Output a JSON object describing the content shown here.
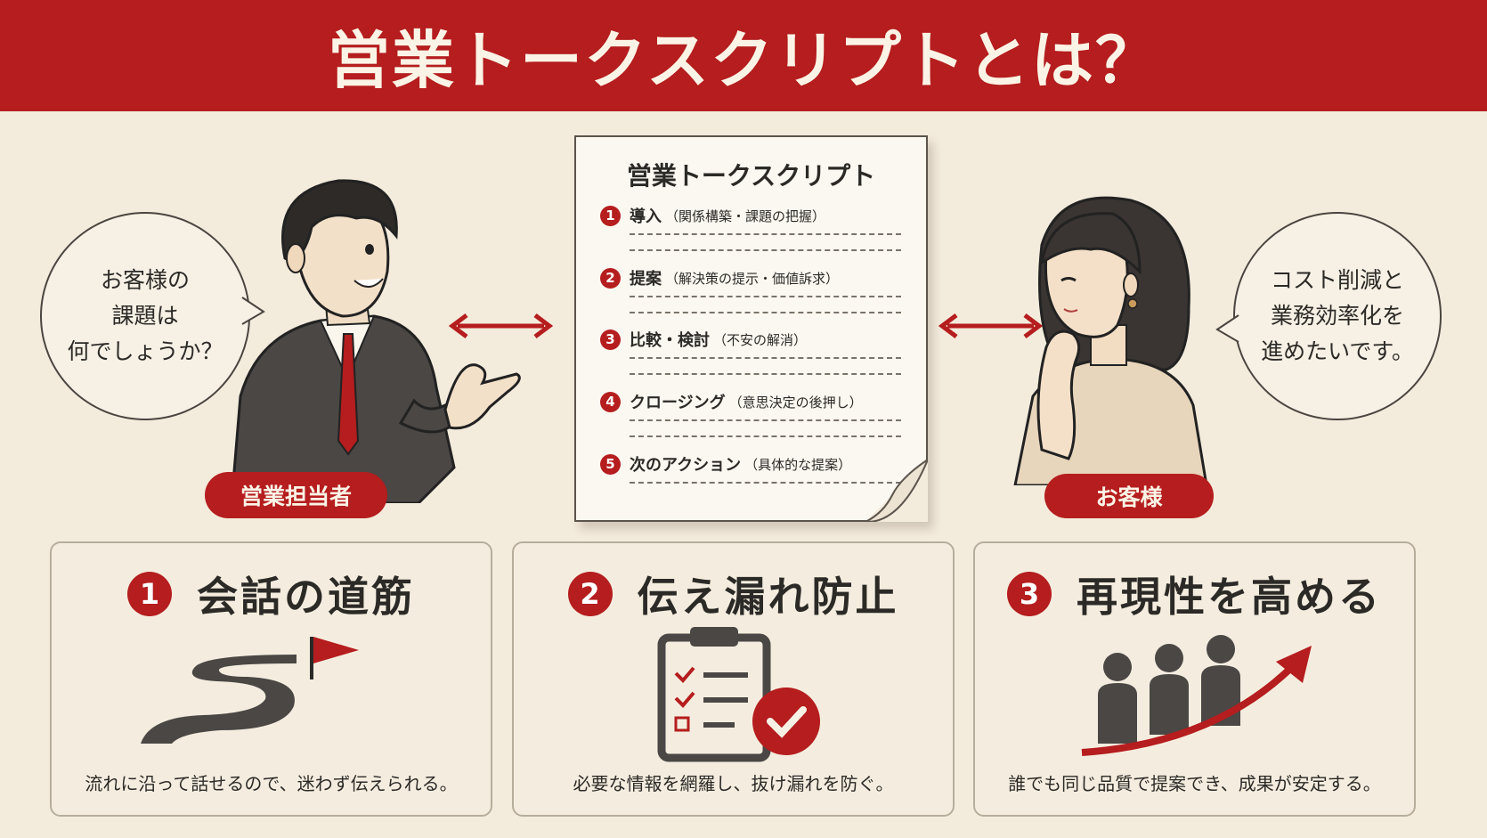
{
  "title": "営業トークスクリプトとは？",
  "salesperson": {
    "bubble_lines": [
      "お客様の",
      "課題は",
      "何でしょうか？"
    ],
    "label": "営業担当者"
  },
  "customer": {
    "bubble_lines": [
      "コスト削減と",
      "業務効率化を",
      "進めたいです。"
    ],
    "label": "お客様"
  },
  "script": {
    "title": "営業トークスクリプト",
    "steps": [
      {
        "num": "1",
        "label": "導入",
        "detail": "（関係構築・課題の把握）"
      },
      {
        "num": "2",
        "label": "提案",
        "detail": "（解決策の提示・価値訴求）"
      },
      {
        "num": "3",
        "label": "比較・検討",
        "detail": "（不安の解消）"
      },
      {
        "num": "4",
        "label": "クロージング",
        "detail": "（意思決定の後押し）"
      },
      {
        "num": "5",
        "label": "次のアクション",
        "detail": "（具体的な提案）"
      }
    ]
  },
  "cards": [
    {
      "num": "1",
      "title": "会話の道筋",
      "caption": "流れに沿って話せるので、迷わず伝えられる。",
      "icon": "winding-road-flag-icon"
    },
    {
      "num": "2",
      "title": "伝え漏れ防止",
      "caption": "必要な情報を網羅し、抜け漏れを防ぐ。",
      "icon": "checklist-clipboard-icon"
    },
    {
      "num": "3",
      "title": "再現性を高める",
      "caption": "誰でも同じ品質で提案でき、成果が安定する。",
      "icon": "team-growth-arrow-icon"
    }
  ],
  "colors": {
    "accent": "#b51d1e",
    "background": "#f3ebdc",
    "ink": "#2c2a27"
  }
}
